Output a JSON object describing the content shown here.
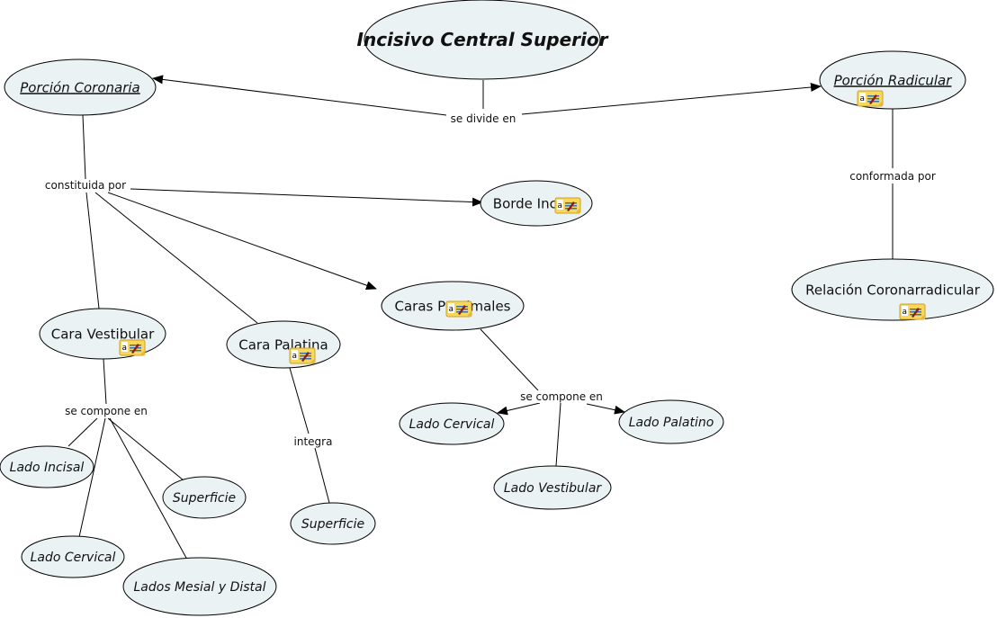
{
  "map": {
    "root": {
      "id": "root",
      "label": "Incisivo Central Superior",
      "style": "bold-italic"
    },
    "nodes": [
      {
        "id": "root",
        "label": "Incisivo Central Superior",
        "style": "bold-italic",
        "note": false
      },
      {
        "id": "coronaria",
        "label": "Porción Coronaria",
        "style": "italic-underline",
        "note": false
      },
      {
        "id": "radicular",
        "label": "Porción Radicular",
        "style": "italic-underline",
        "note": true
      },
      {
        "id": "borde",
        "label": "Borde Incisal",
        "style": "normal",
        "note": true
      },
      {
        "id": "proximales",
        "label": "Caras Proximales",
        "style": "normal",
        "note": true
      },
      {
        "id": "relacion",
        "label": "Relación Coronarradicular",
        "style": "normal",
        "note": true
      },
      {
        "id": "vestibular",
        "label": "Cara Vestibular",
        "style": "normal",
        "note": true
      },
      {
        "id": "palatina",
        "label": "Cara Palatina",
        "style": "normal",
        "note": true
      },
      {
        "id": "v_incisal",
        "label": "Lado Incisal",
        "style": "italic",
        "note": false
      },
      {
        "id": "v_superficie",
        "label": "Superficie",
        "style": "italic",
        "note": false
      },
      {
        "id": "v_cervical",
        "label": "Lado Cervical",
        "style": "italic",
        "note": false
      },
      {
        "id": "v_mesial",
        "label": "Lados Mesial y Distal",
        "style": "italic",
        "note": false
      },
      {
        "id": "p_superficie",
        "label": "Superficie",
        "style": "italic",
        "note": false
      },
      {
        "id": "x_cervical",
        "label": "Lado Cervical",
        "style": "italic",
        "note": false
      },
      {
        "id": "x_palatino",
        "label": "Lado Palatino",
        "style": "italic",
        "note": false
      },
      {
        "id": "x_vestibular",
        "label": "Lado Vestibular",
        "style": "italic",
        "note": false
      }
    ],
    "linking_phrases": [
      {
        "id": "divide",
        "label": "se divide en",
        "from": [
          "root"
        ],
        "to": [
          "coronaria",
          "radicular"
        ]
      },
      {
        "id": "constituida",
        "label": "constituida por",
        "from": [
          "coronaria"
        ],
        "to": [
          "borde",
          "proximales",
          "vestibular",
          "palatina"
        ]
      },
      {
        "id": "conformada",
        "label": "conformada por",
        "from": [
          "radicular"
        ],
        "to": [
          "relacion"
        ]
      },
      {
        "id": "compone_v",
        "label": "se compone en",
        "from": [
          "vestibular"
        ],
        "to": [
          "v_incisal",
          "v_superficie",
          "v_cervical",
          "v_mesial"
        ]
      },
      {
        "id": "integra",
        "label": "integra",
        "from": [
          "palatina"
        ],
        "to": [
          "p_superficie"
        ]
      },
      {
        "id": "compone_x",
        "label": "se compone en",
        "from": [
          "proximales"
        ],
        "to": [
          "x_cervical",
          "x_palatino",
          "x_vestibular"
        ]
      }
    ],
    "note_icon": "annotation-note-icon"
  }
}
